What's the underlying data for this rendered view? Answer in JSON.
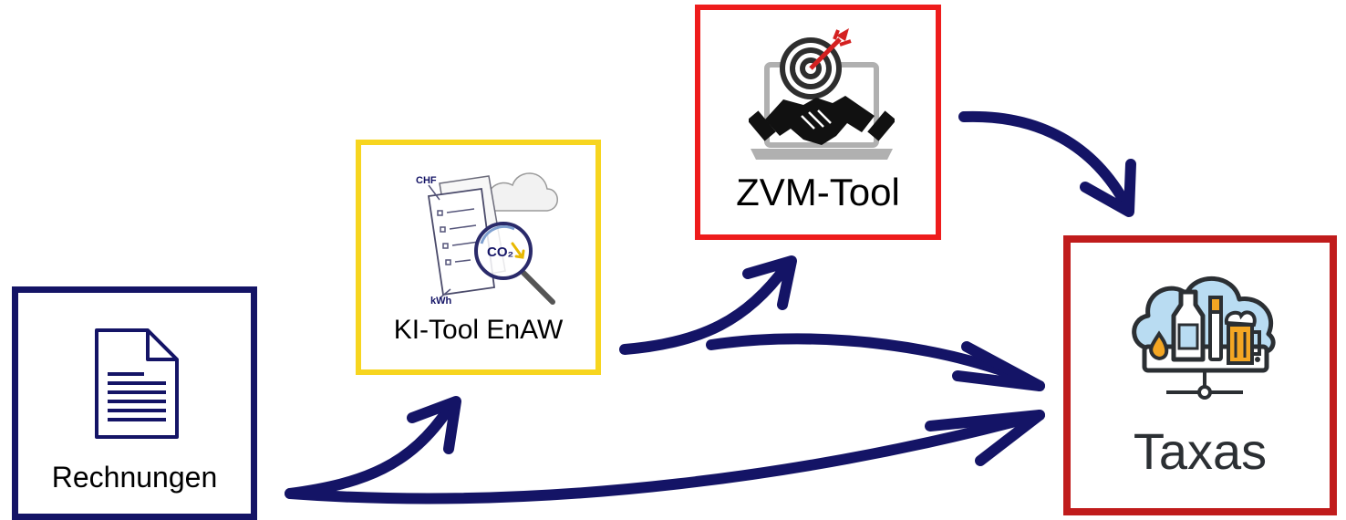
{
  "colors": {
    "arrow": "#141466",
    "rechnungen_border": "#141466",
    "ki_border": "#f7d51f",
    "zvm_border": "#ee1c1c",
    "taxas_border": "#c01c1c",
    "taxas_text": "#2b2f33"
  },
  "nodes": {
    "rechnungen": {
      "label": "Rechnungen",
      "icon": "document-icon"
    },
    "ki_tool": {
      "label": "KI-Tool EnAW",
      "icon": "invoice-co2-icon",
      "icon_text": {
        "chf": "CHF",
        "co2": "CO₂",
        "kwh": "kWh"
      }
    },
    "zvm_tool": {
      "label": "ZVM-Tool",
      "icon": "target-handshake-laptop-icon"
    },
    "taxas": {
      "label": "Taxas",
      "icon": "cloud-bottles-server-icon"
    }
  },
  "edges": [
    {
      "from": "Rechnungen",
      "to": "KI-Tool EnAW"
    },
    {
      "from": "Rechnungen",
      "to": "Taxas"
    },
    {
      "from": "KI-Tool EnAW",
      "to": "ZVM-Tool"
    },
    {
      "from": "KI-Tool EnAW",
      "to": "Taxas"
    },
    {
      "from": "ZVM-Tool",
      "to": "Taxas"
    }
  ]
}
